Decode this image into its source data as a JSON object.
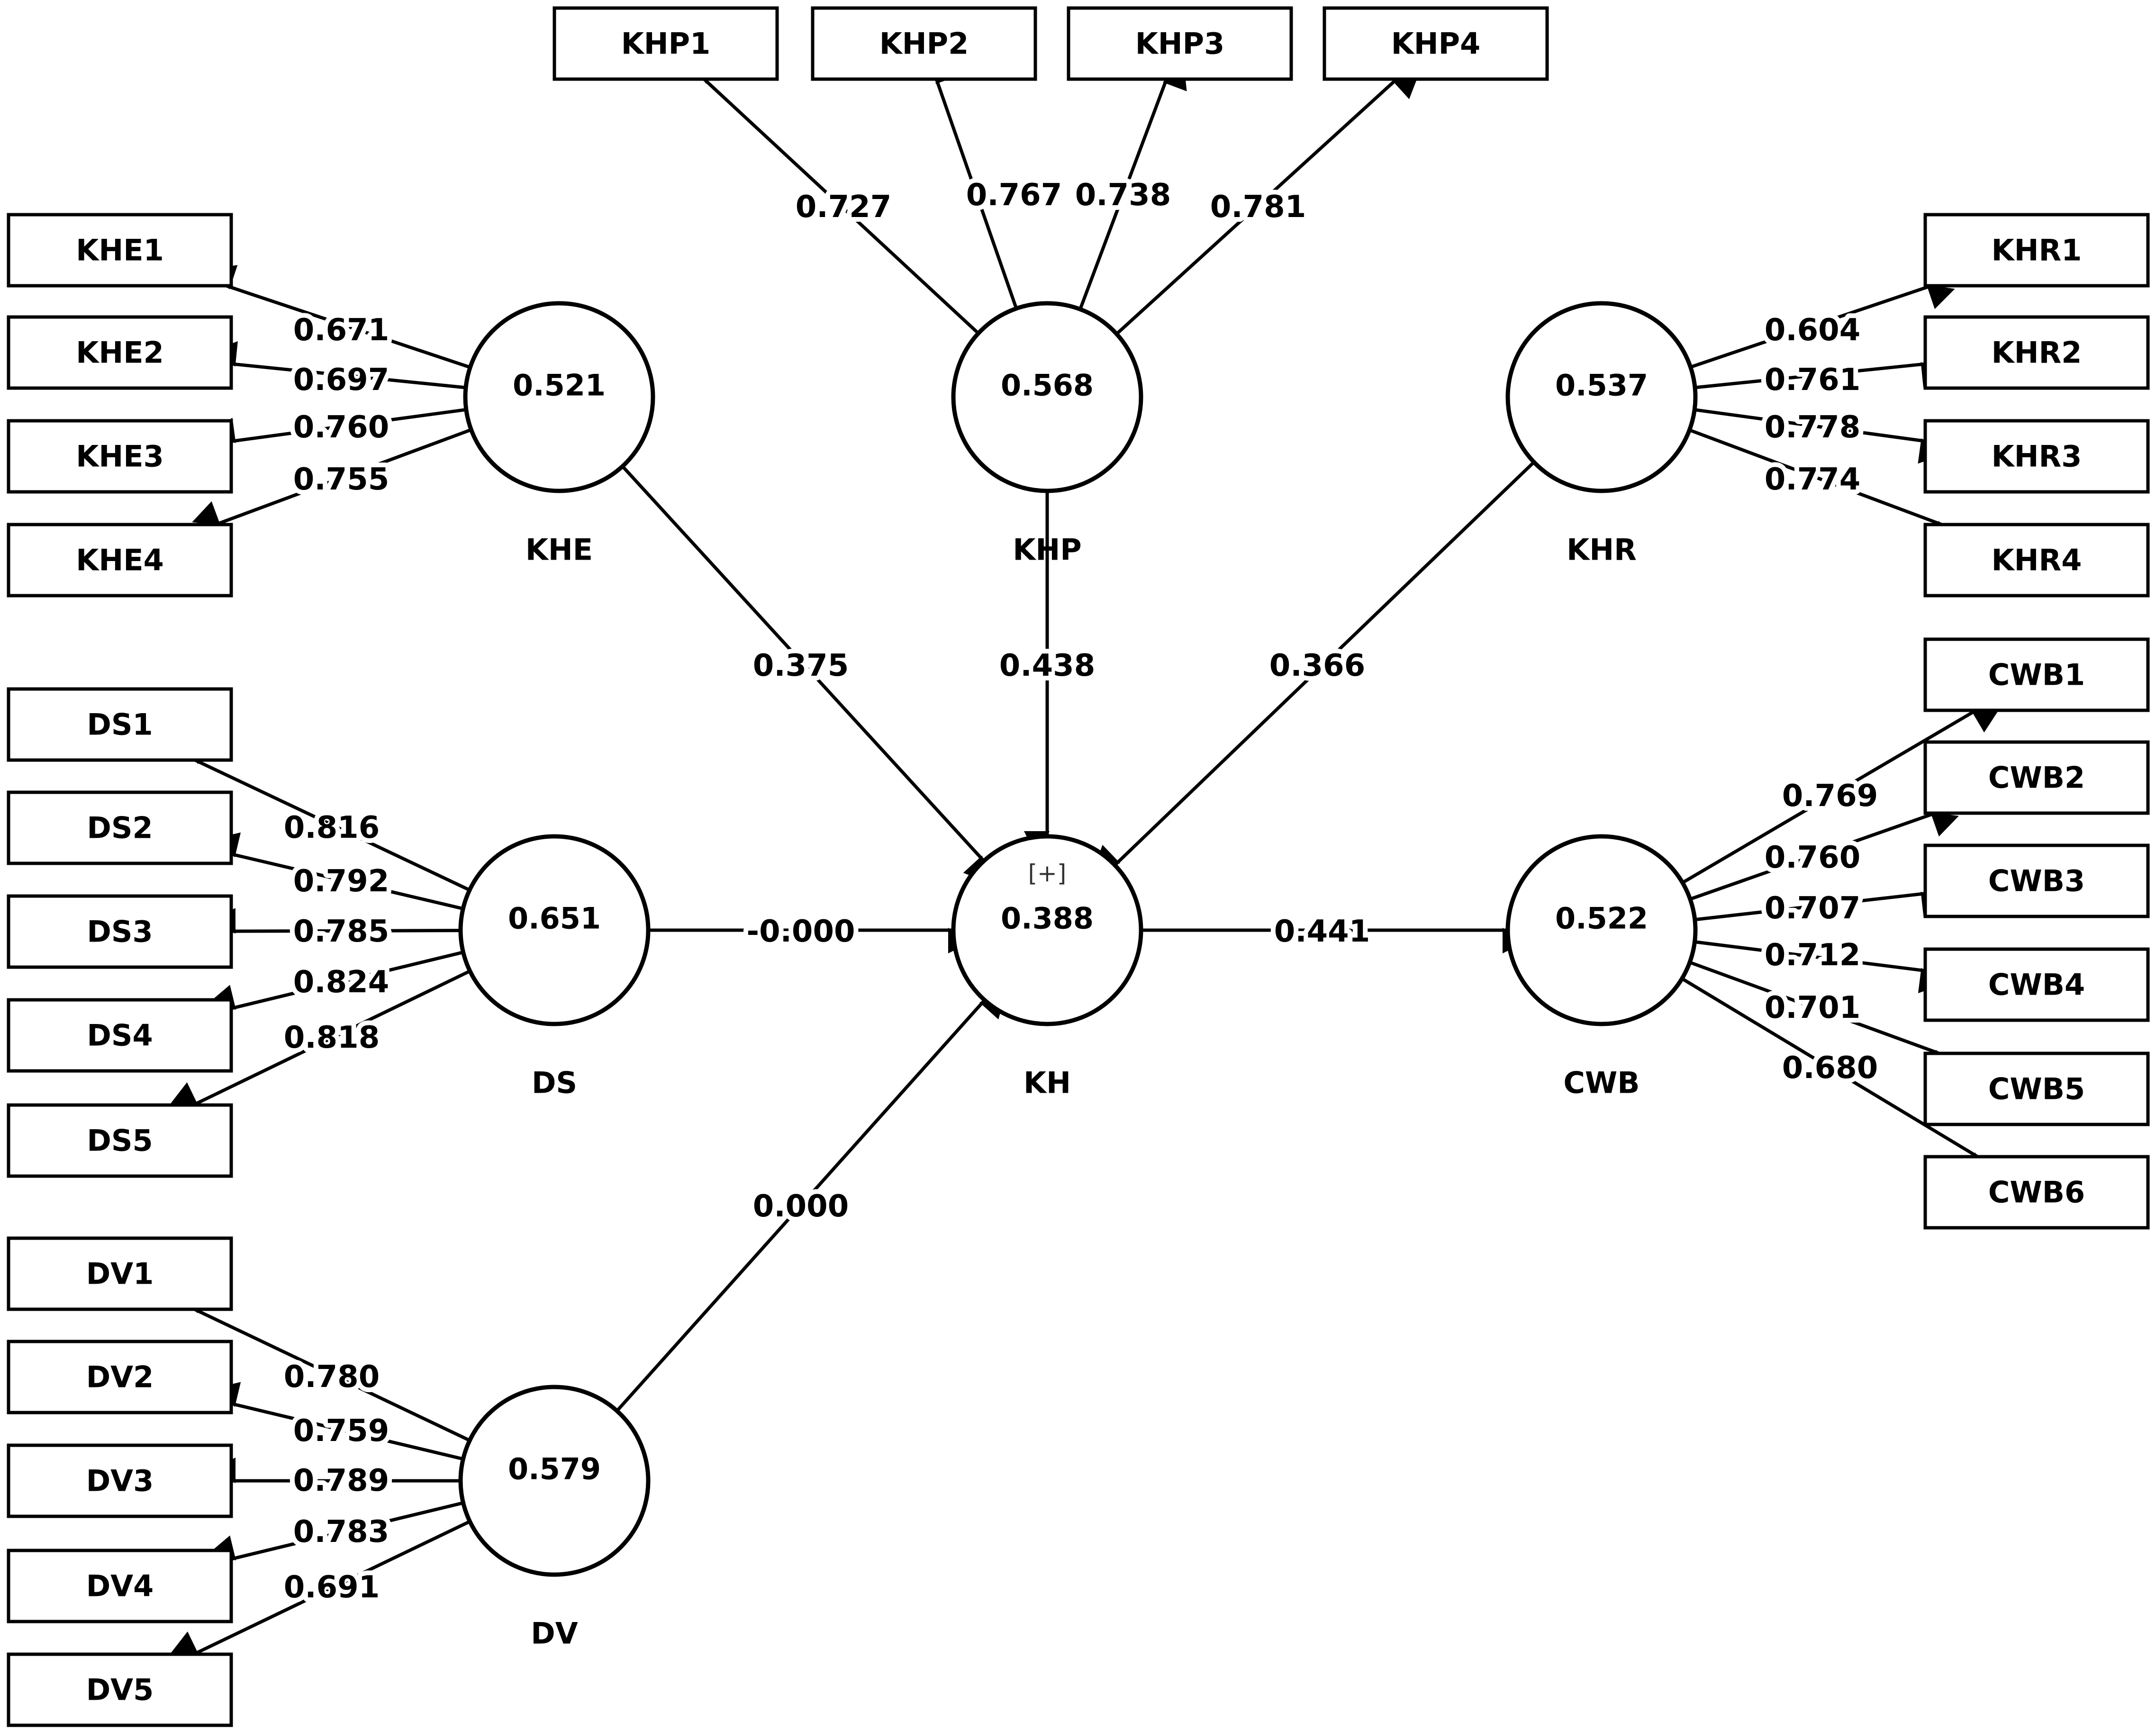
{
  "diagram": {
    "latent_variables": [
      {
        "id": "KHE",
        "name": "KHE",
        "r2": "0.521"
      },
      {
        "id": "KHP",
        "name": "KHP",
        "r2": "0.568"
      },
      {
        "id": "KHR",
        "name": "KHR",
        "r2": "0.537"
      },
      {
        "id": "DS",
        "name": "DS",
        "r2": "0.651"
      },
      {
        "id": "KH",
        "name": "KH",
        "r2": "0.388",
        "expand_marker": "[+]"
      },
      {
        "id": "CWB",
        "name": "CWB",
        "r2": "0.522"
      },
      {
        "id": "DV",
        "name": "DV",
        "r2": "0.579"
      }
    ],
    "indicators": [
      {
        "id": "KHP1",
        "lv": "KHP",
        "loading": "0.727"
      },
      {
        "id": "KHP2",
        "lv": "KHP",
        "loading": "0.767"
      },
      {
        "id": "KHP3",
        "lv": "KHP",
        "loading": "0.738"
      },
      {
        "id": "KHP4",
        "lv": "KHP",
        "loading": "0.781"
      },
      {
        "id": "KHE1",
        "lv": "KHE",
        "loading": "0.671"
      },
      {
        "id": "KHE2",
        "lv": "KHE",
        "loading": "0.697"
      },
      {
        "id": "KHE3",
        "lv": "KHE",
        "loading": "0.760"
      },
      {
        "id": "KHE4",
        "lv": "KHE",
        "loading": "0.755"
      },
      {
        "id": "KHR1",
        "lv": "KHR",
        "loading": "0.604"
      },
      {
        "id": "KHR2",
        "lv": "KHR",
        "loading": "0.761"
      },
      {
        "id": "KHR3",
        "lv": "KHR",
        "loading": "0.778"
      },
      {
        "id": "KHR4",
        "lv": "KHR",
        "loading": "0.774"
      },
      {
        "id": "DS1",
        "lv": "DS",
        "loading": "0.816"
      },
      {
        "id": "DS2",
        "lv": "DS",
        "loading": "0.792"
      },
      {
        "id": "DS3",
        "lv": "DS",
        "loading": "0.785"
      },
      {
        "id": "DS4",
        "lv": "DS",
        "loading": "0.824"
      },
      {
        "id": "DS5",
        "lv": "DS",
        "loading": "0.818"
      },
      {
        "id": "DV1",
        "lv": "DV",
        "loading": "0.780"
      },
      {
        "id": "DV2",
        "lv": "DV",
        "loading": "0.759"
      },
      {
        "id": "DV3",
        "lv": "DV",
        "loading": "0.789"
      },
      {
        "id": "DV4",
        "lv": "DV",
        "loading": "0.783"
      },
      {
        "id": "DV5",
        "lv": "DV",
        "loading": "0.691"
      },
      {
        "id": "CWB1",
        "lv": "CWB",
        "loading": "0.769"
      },
      {
        "id": "CWB2",
        "lv": "CWB",
        "loading": "0.760"
      },
      {
        "id": "CWB3",
        "lv": "CWB",
        "loading": "0.707"
      },
      {
        "id": "CWB4",
        "lv": "CWB",
        "loading": "0.712"
      },
      {
        "id": "CWB5",
        "lv": "CWB",
        "loading": "0.701"
      },
      {
        "id": "CWB6",
        "lv": "CWB",
        "loading": "0.680"
      }
    ],
    "paths": [
      {
        "from": "KHE",
        "to": "KH",
        "coef": "0.375"
      },
      {
        "from": "KHP",
        "to": "KH",
        "coef": "0.438"
      },
      {
        "from": "KHR",
        "to": "KH",
        "coef": "0.366"
      },
      {
        "from": "DS",
        "to": "KH",
        "coef": "-0.000"
      },
      {
        "from": "DV",
        "to": "KH",
        "coef": "0.000"
      },
      {
        "from": "KH",
        "to": "CWB",
        "coef": "0.441"
      }
    ]
  }
}
